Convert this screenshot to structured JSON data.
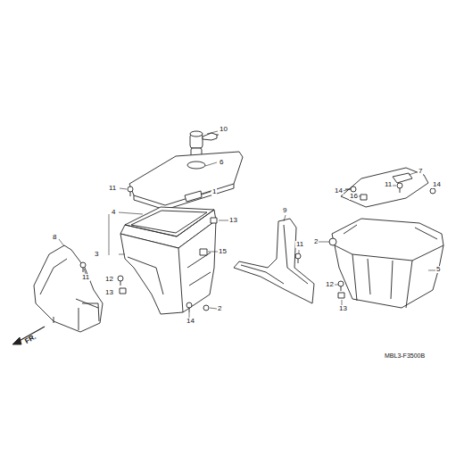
{
  "diagram": {
    "labels": [
      "10",
      "6",
      "7",
      "1",
      "11",
      "14",
      "11",
      "16",
      "14",
      "9",
      "13",
      "4",
      "15",
      "11",
      "2",
      "3",
      "8",
      "11",
      "12",
      "13",
      "5",
      "12",
      "13",
      "14",
      "2",
      "FR.",
      "MBL3-F3500B"
    ]
  }
}
